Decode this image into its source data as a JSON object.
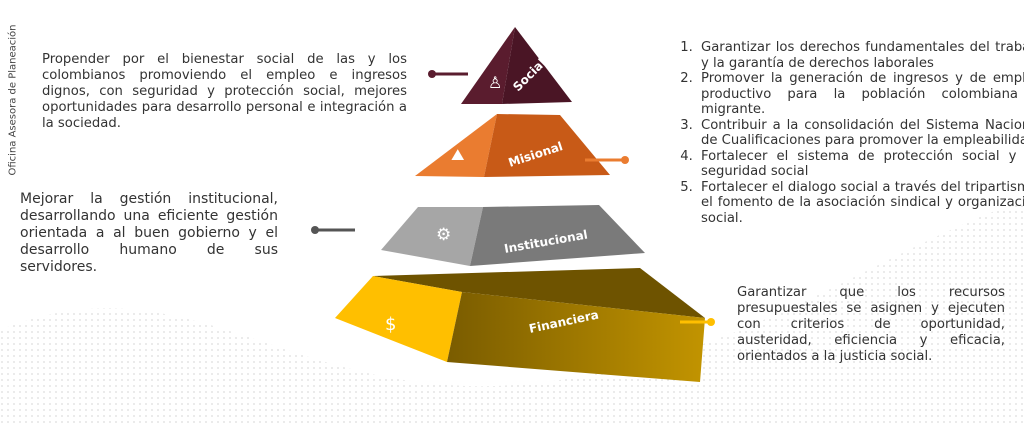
{
  "sidebar_label": "Oficina Asesora de Planeación",
  "social_text": "Propender por el  bienestar social de las y  los colombianos promoviendo el empleo e ingresos dignos, con seguridad y protección social, mejores oportunidades para desarrollo personal e integración a la sociedad.",
  "institucional_text": "Mejorar la gestión institucional, desarrollando una eficiente gestión orientada a al buen gobierno y el desarrollo humano de sus servidores.",
  "financiera_text": "Garantizar que los recursos presupuestales se asignen y ejecuten con criterios de oportunidad, austeridad, eficiencia y eficacia, orientados a la justicia social.",
  "misional_items": [
    "Garantizar los derechos fundamentales del trabajo y la garantía de derechos laborales",
    "Promover la generación de ingresos y de empleo productivo para la población colombiana y migrante.",
    "Contribuir a la consolidación del Sistema Nacional de Cualificaciones para promover la empleabilidad",
    "Fortalecer el sistema de protección social y de seguridad social",
    "Fortalecer el dialogo social a través del tripartismo, el fomento de la asociación sindical y organización social."
  ],
  "pyramid": {
    "social": "Social",
    "misional": "Misional",
    "institucional": "Institucional",
    "financiera": "Financiera"
  },
  "colors": {
    "social": "#4a1525",
    "misional": "#c85a17",
    "institucional": "#7a7a7a",
    "financiera": "#8a6800"
  }
}
